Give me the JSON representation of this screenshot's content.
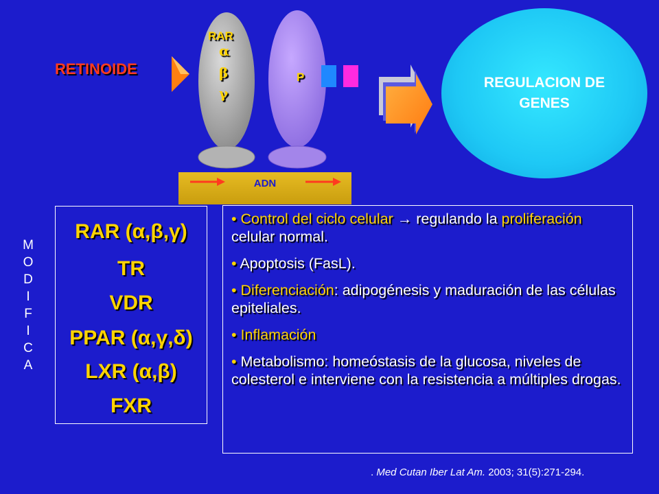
{
  "diagram": {
    "ligand_label": "RETINOIDE",
    "receptor_label": "RAR",
    "receptor_subtypes": [
      "α",
      "β",
      "γ"
    ],
    "partner_label": "P",
    "dna_label": "ADN",
    "result_label": "REGULACION DE GENES"
  },
  "side_label": [
    "M",
    "O",
    "D",
    "I",
    "F",
    "I",
    "C",
    "A"
  ],
  "receptors": [
    "RAR (α,β,γ)",
    "TR",
    "VDR",
    "PPAR (α,γ,δ)",
    "LXR (α,β)",
    "FXR"
  ],
  "effects": [
    {
      "highlight": "Control del ciclo celular",
      "text": " → regulando la ",
      "highlight2": "proliferación",
      "text2": " celular normal."
    },
    {
      "highlight": "",
      "text": "Apoptosis (FasL).",
      "highlight2": "",
      "text2": ""
    },
    {
      "highlight": "Diferenciación",
      "text": ": adipogénesis y maduración de las células epiteliales.",
      "highlight2": "",
      "text2": ""
    },
    {
      "highlight": "Inflamación",
      "text": "",
      "highlight2": "",
      "text2": ""
    },
    {
      "highlight": "",
      "text": "Metabolismo: homeóstasis de la glucosa, niveles de colesterol e interviene con la resistencia a múltiples drogas.",
      "highlight2": "",
      "text2": ""
    }
  ],
  "bullet_char": "•",
  "citation": {
    "prefix": ". ",
    "journal": "Med Cutan Iber Lat Am.",
    "ref": " 2003; 31(5):271-294."
  },
  "colors": {
    "background": "#1c1ccc",
    "yellow_text": "#ffd400",
    "red_text": "#ff3b1f",
    "genes_ellipse": "#1ec8f5",
    "dna_bar": "#d9ab16"
  }
}
